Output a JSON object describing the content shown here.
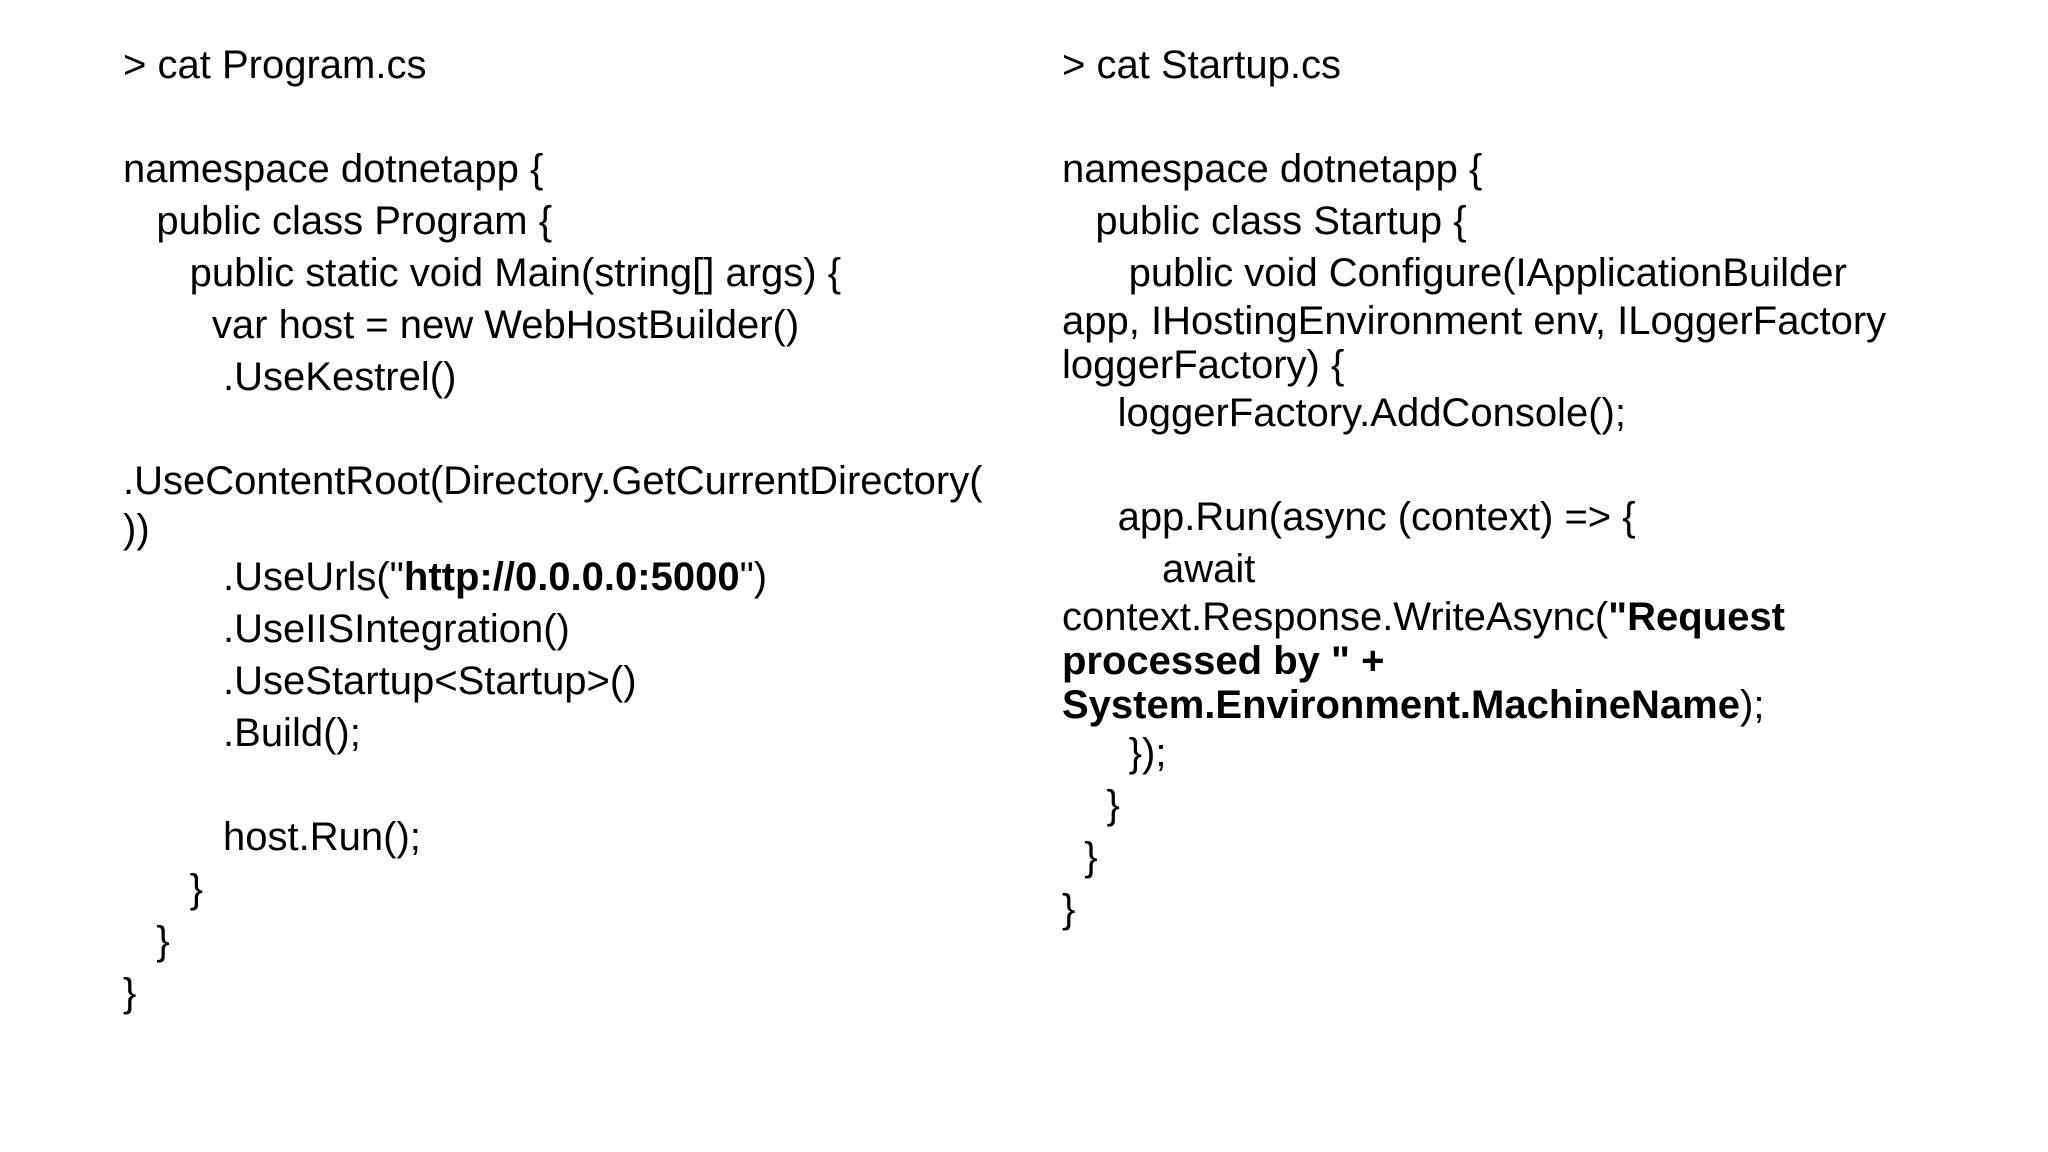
{
  "page": {
    "background_color": "#ffffff",
    "text_color": "#000000",
    "prompt_symbol": ">"
  },
  "terminal": {
    "columns": [
      {
        "id": "left",
        "command": "> cat Program.cs",
        "filename": "Program.cs",
        "lines": [
          {
            "wrap": false,
            "parts": [
              {
                "text": "> cat Program.cs",
                "bold": false
              }
            ]
          },
          {
            "wrap": false,
            "parts": []
          },
          {
            "wrap": false,
            "parts": [
              {
                "text": "namespace dotnetapp {",
                "bold": false
              }
            ]
          },
          {
            "wrap": false,
            "parts": [
              {
                "text": "   public class Program {",
                "bold": false
              }
            ]
          },
          {
            "wrap": false,
            "parts": [
              {
                "text": "      public static void Main(string[] args) {",
                "bold": false
              }
            ]
          },
          {
            "wrap": false,
            "parts": [
              {
                "text": "        var host = new WebHostBuilder()",
                "bold": false
              }
            ]
          },
          {
            "wrap": false,
            "parts": [
              {
                "text": "         .UseKestrel()",
                "bold": false
              }
            ]
          },
          {
            "wrap": false,
            "parts": []
          },
          {
            "wrap": false,
            "parts": [
              {
                "text": ".UseContentRoot(Directory.GetCurrentDirectory(",
                "bold": false
              }
            ]
          },
          {
            "wrap": true,
            "parts": [
              {
                "text": "))",
                "bold": false
              }
            ]
          },
          {
            "wrap": false,
            "parts": [
              {
                "text": "         .UseUrls(\"",
                "bold": false
              },
              {
                "text": "http://0.0.0.0:5000",
                "bold": true
              },
              {
                "text": "\")",
                "bold": false
              }
            ]
          },
          {
            "wrap": false,
            "parts": [
              {
                "text": "         .UseIISIntegration()",
                "bold": false
              }
            ]
          },
          {
            "wrap": false,
            "parts": [
              {
                "text": "         .UseStartup<Startup>()",
                "bold": false
              }
            ]
          },
          {
            "wrap": false,
            "parts": [
              {
                "text": "         .Build();",
                "bold": false
              }
            ]
          },
          {
            "wrap": false,
            "parts": []
          },
          {
            "wrap": false,
            "parts": [
              {
                "text": "         host.Run();",
                "bold": false
              }
            ]
          },
          {
            "wrap": false,
            "parts": [
              {
                "text": "      }",
                "bold": false
              }
            ]
          },
          {
            "wrap": false,
            "parts": [
              {
                "text": "   }",
                "bold": false
              }
            ]
          },
          {
            "wrap": false,
            "parts": [
              {
                "text": "}",
                "bold": false
              }
            ]
          }
        ]
      },
      {
        "id": "right",
        "command": "> cat Startup.cs",
        "filename": "Startup.cs",
        "lines": [
          {
            "wrap": false,
            "parts": [
              {
                "text": "> cat Startup.cs",
                "bold": false
              }
            ]
          },
          {
            "wrap": false,
            "parts": []
          },
          {
            "wrap": false,
            "parts": [
              {
                "text": "namespace dotnetapp {",
                "bold": false
              }
            ]
          },
          {
            "wrap": false,
            "parts": [
              {
                "text": "   public class Startup {",
                "bold": false
              }
            ]
          },
          {
            "wrap": false,
            "parts": [
              {
                "text": "      public void Configure(IApplicationBuilder",
                "bold": false
              }
            ]
          },
          {
            "wrap": true,
            "parts": [
              {
                "text": "app, IHostingEnvironment env, ILoggerFactory",
                "bold": false
              }
            ]
          },
          {
            "wrap": true,
            "parts": [
              {
                "text": "loggerFactory) {",
                "bold": false
              }
            ]
          },
          {
            "wrap": false,
            "parts": [
              {
                "text": "     loggerFactory.AddConsole();",
                "bold": false
              }
            ]
          },
          {
            "wrap": false,
            "parts": []
          },
          {
            "wrap": false,
            "parts": [
              {
                "text": "     app.Run(async (context) => {",
                "bold": false
              }
            ]
          },
          {
            "wrap": false,
            "parts": [
              {
                "text": "         await",
                "bold": false
              }
            ]
          },
          {
            "wrap": true,
            "parts": [
              {
                "text": "context.Response.WriteAsync(",
                "bold": false
              },
              {
                "text": "\"Request",
                "bold": true
              }
            ]
          },
          {
            "wrap": true,
            "parts": [
              {
                "text": "processed by \" +",
                "bold": true
              }
            ]
          },
          {
            "wrap": true,
            "parts": [
              {
                "text": "System.Environment.MachineName",
                "bold": true
              },
              {
                "text": ");",
                "bold": false
              }
            ]
          },
          {
            "wrap": false,
            "parts": [
              {
                "text": "      });",
                "bold": false
              }
            ]
          },
          {
            "wrap": false,
            "parts": [
              {
                "text": "    }",
                "bold": false
              }
            ]
          },
          {
            "wrap": false,
            "parts": [
              {
                "text": "  }",
                "bold": false
              }
            ]
          },
          {
            "wrap": false,
            "parts": [
              {
                "text": "}",
                "bold": false
              }
            ]
          }
        ]
      }
    ]
  }
}
